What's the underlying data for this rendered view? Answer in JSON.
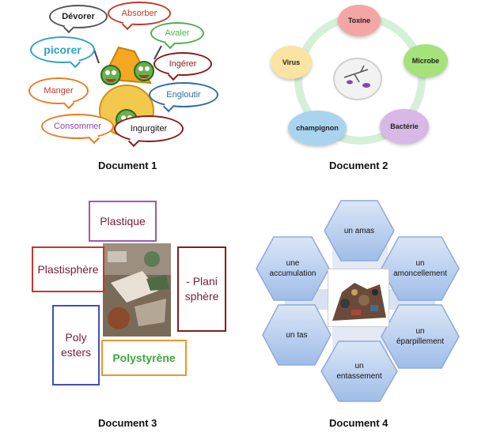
{
  "doc1": {
    "caption": "Document 1",
    "words": [
      "Dévorer",
      "Absorber",
      "Avaler",
      "picorer",
      "Ingérer",
      "Manger",
      "Engloutir",
      "Consommer",
      "Ingurgiter"
    ],
    "colors": {
      "devorer": "#555555",
      "absorber": "#c0392b",
      "avaler": "#4caf50",
      "picorer": "#29a3c9",
      "ingerer": "#8b1a1a",
      "manger": "#e67e22",
      "engloutir": "#2e6da4",
      "consommer": "#8e44ad",
      "ingurgiter": "#8b1a1a"
    }
  },
  "doc2": {
    "caption": "Document 2",
    "nodes": [
      "Toxine",
      "Virus",
      "Microbe",
      "champignon",
      "Bactérie"
    ],
    "colors": {
      "toxine": "#f4a6a6",
      "virus": "#fbe3a2",
      "microbe": "#a6e27a",
      "champignon": "#a9d4f0",
      "bacterie": "#d8b8e6",
      "ring": "#d6f0d8"
    }
  },
  "doc3": {
    "caption": "Document 3",
    "labels": {
      "plastique": "Plastique",
      "plastisphere": "Plastisphère",
      "planisphere_1": "- Plani",
      "planisphere_2": "sphère",
      "polyesters_1": "Poly",
      "polyesters_2": "esters",
      "polystyrene": "Polystyrène"
    },
    "colors": {
      "plastique": "#9b59b6",
      "plastisphere": "#c0392b",
      "planisphere": "#8b1a1a",
      "polyesters": "#3f51b5",
      "polystyrene": "#f0962a",
      "polystyrene_text": "#3aa83a"
    }
  },
  "doc4": {
    "caption": "Document 4",
    "hexagons": [
      "un amas",
      "une accumulation",
      "un amoncellement",
      "un tas",
      "un éparpillement",
      "un entassement"
    ],
    "colors": {
      "fill_top": "#d6e3f7",
      "fill_bottom": "#9fbde8",
      "stroke": "#8eaad6"
    }
  }
}
